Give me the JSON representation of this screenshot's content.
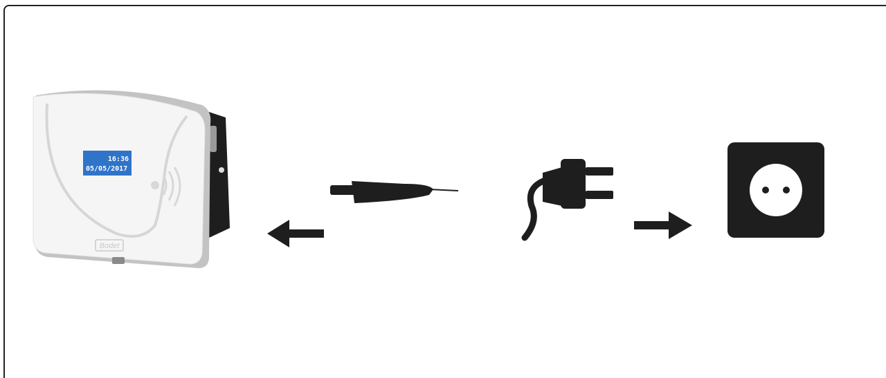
{
  "device": {
    "time": "16:36",
    "date": "05/05/2017",
    "brand": "Bodet"
  },
  "colors": {
    "lcd": "#2f74c9",
    "body": "#f4f4f4",
    "shell": "#c3c3c3",
    "dark": "#1e1e1e"
  },
  "icons": [
    "terminal-device",
    "arrow-left-icon",
    "dc-connector-icon",
    "power-plug-icon",
    "arrow-right-icon",
    "wall-socket-icon"
  ]
}
